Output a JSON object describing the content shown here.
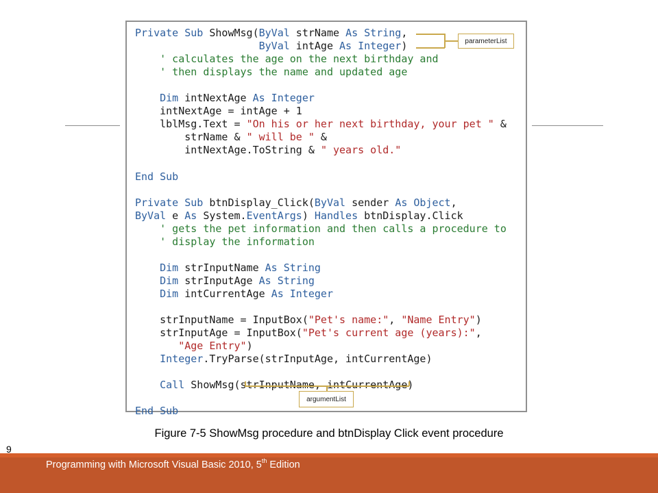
{
  "code_lines": [
    [
      {
        "t": "Private Sub ",
        "c": "kw"
      },
      {
        "t": "ShowMsg(",
        "c": "tx"
      },
      {
        "t": "ByVal",
        "c": "kw"
      },
      {
        "t": " strName ",
        "c": "tx"
      },
      {
        "t": "As String",
        "c": "kw"
      },
      {
        "t": ",",
        "c": "tx"
      }
    ],
    [
      {
        "t": "                    ",
        "c": "tx"
      },
      {
        "t": "ByVal",
        "c": "kw"
      },
      {
        "t": " intAge ",
        "c": "tx"
      },
      {
        "t": "As Integer",
        "c": "kw"
      },
      {
        "t": ")",
        "c": "tx"
      }
    ],
    [
      {
        "t": "    ' calculates the age on the next birthday and",
        "c": "cm"
      }
    ],
    [
      {
        "t": "    ' then displays the name and updated age",
        "c": "cm"
      }
    ],
    [],
    [
      {
        "t": "    ",
        "c": "tx"
      },
      {
        "t": "Dim",
        "c": "kw"
      },
      {
        "t": " intNextAge ",
        "c": "tx"
      },
      {
        "t": "As Integer",
        "c": "kw"
      }
    ],
    [
      {
        "t": "    intNextAge = intAge + 1",
        "c": "tx"
      }
    ],
    [
      {
        "t": "    lblMsg.Text = ",
        "c": "tx"
      },
      {
        "t": "\"On his or her next birthday, your pet \"",
        "c": "str"
      },
      {
        "t": " &",
        "c": "tx"
      }
    ],
    [
      {
        "t": "        strName & ",
        "c": "tx"
      },
      {
        "t": "\" will be \"",
        "c": "str"
      },
      {
        "t": " &",
        "c": "tx"
      }
    ],
    [
      {
        "t": "        intNextAge.ToString & ",
        "c": "tx"
      },
      {
        "t": "\" years old.\"",
        "c": "str"
      }
    ],
    [],
    [
      {
        "t": "End Sub",
        "c": "kw"
      }
    ],
    [],
    [
      {
        "t": "Private Sub ",
        "c": "kw"
      },
      {
        "t": "btnDisplay_Click(",
        "c": "tx"
      },
      {
        "t": "ByVal",
        "c": "kw"
      },
      {
        "t": " sender ",
        "c": "tx"
      },
      {
        "t": "As Object",
        "c": "kw"
      },
      {
        "t": ",",
        "c": "tx"
      }
    ],
    [
      {
        "t": "ByVal",
        "c": "kw"
      },
      {
        "t": " e ",
        "c": "tx"
      },
      {
        "t": "As",
        "c": "kw"
      },
      {
        "t": " System.",
        "c": "tx"
      },
      {
        "t": "EventArgs",
        "c": "kw"
      },
      {
        "t": ") ",
        "c": "tx"
      },
      {
        "t": "Handles",
        "c": "kw"
      },
      {
        "t": " btnDisplay.Click",
        "c": "tx"
      }
    ],
    [
      {
        "t": "    ' gets the pet information and then calls a procedure to",
        "c": "cm"
      }
    ],
    [
      {
        "t": "    ' display the information",
        "c": "cm"
      }
    ],
    [],
    [
      {
        "t": "    ",
        "c": "tx"
      },
      {
        "t": "Dim",
        "c": "kw"
      },
      {
        "t": " strInputName ",
        "c": "tx"
      },
      {
        "t": "As String",
        "c": "kw"
      }
    ],
    [
      {
        "t": "    ",
        "c": "tx"
      },
      {
        "t": "Dim",
        "c": "kw"
      },
      {
        "t": " strInputAge ",
        "c": "tx"
      },
      {
        "t": "As String",
        "c": "kw"
      }
    ],
    [
      {
        "t": "    ",
        "c": "tx"
      },
      {
        "t": "Dim",
        "c": "kw"
      },
      {
        "t": " intCurrentAge ",
        "c": "tx"
      },
      {
        "t": "As Integer",
        "c": "kw"
      }
    ],
    [],
    [
      {
        "t": "    strInputName = InputBox(",
        "c": "tx"
      },
      {
        "t": "\"Pet's name:\"",
        "c": "str"
      },
      {
        "t": ", ",
        "c": "tx"
      },
      {
        "t": "\"Name Entry\"",
        "c": "str"
      },
      {
        "t": ")",
        "c": "tx"
      }
    ],
    [
      {
        "t": "    strInputAge = InputBox(",
        "c": "tx"
      },
      {
        "t": "\"Pet's current age (years):\"",
        "c": "str"
      },
      {
        "t": ",",
        "c": "tx"
      }
    ],
    [
      {
        "t": "       ",
        "c": "tx"
      },
      {
        "t": "\"Age Entry\"",
        "c": "str"
      },
      {
        "t": ")",
        "c": "tx"
      }
    ],
    [
      {
        "t": "    ",
        "c": "tx"
      },
      {
        "t": "Integer",
        "c": "kw"
      },
      {
        "t": ".TryParse(strInputAge, intCurrentAge)",
        "c": "tx"
      }
    ],
    [],
    [
      {
        "t": "    ",
        "c": "tx"
      },
      {
        "t": "Call",
        "c": "kw"
      },
      {
        "t": " ShowMsg(strInputName, intCurrentAge)",
        "c": "tx"
      }
    ],
    [],
    [
      {
        "t": "End Sub",
        "c": "kw"
      }
    ]
  ],
  "callouts": {
    "parameter_list": "parameterList",
    "argument_list": "argumentList"
  },
  "caption": "Figure 7-5 ShowMsg procedure and btnDisplay Click event procedure",
  "slide_number": "9",
  "footer": {
    "title_main": "Programming with Microsoft Visual Basic 2010, 5",
    "title_sup": "th",
    "title_end": " Edition"
  },
  "colors": {
    "keyword": "#2e5f9e",
    "comment": "#2a7c32",
    "string": "#b12a2a",
    "callout_border": "#c9a84c",
    "footer_bar": "#c0562a",
    "footer_accent": "#d65f2c"
  }
}
